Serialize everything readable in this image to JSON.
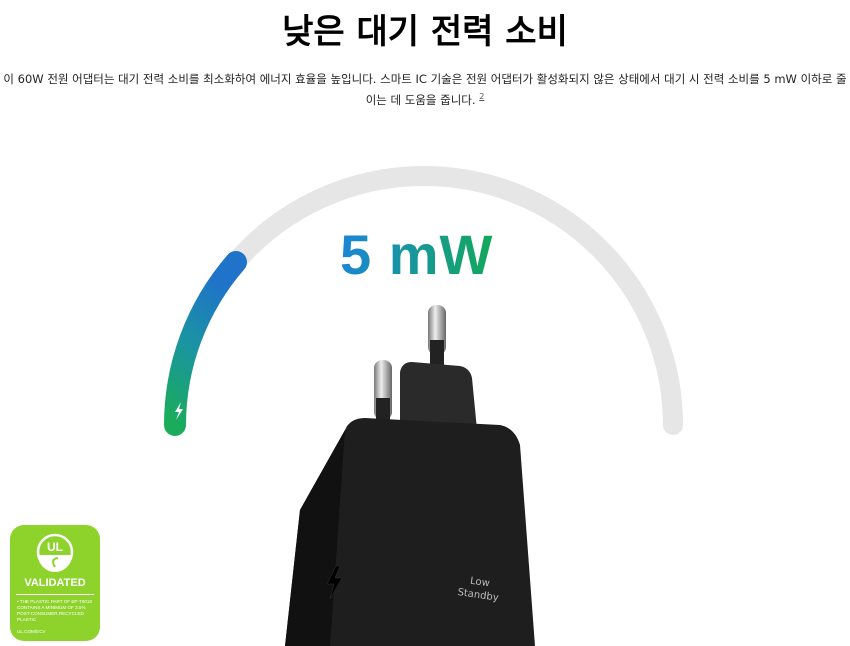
{
  "title": "낮은 대기 전력 소비",
  "description": "이 60W 전원 어댑터는 대기 전력 소비를 최소화하여 에너지 효율을 높입니다. 스마트 IC 기술은 전원 어댑터가 활성화되지 않은 상태에서 대기 시 전력 소비를 5 mW 이하로 줄이는 데 도움을 줍니다.",
  "footnote": "2",
  "hero": {
    "value_label": "5 mW",
    "gauge_fraction": 0.2,
    "gauge_icon": "lightning-icon",
    "colors": {
      "gauge_start": "#1aac5b",
      "gauge_end": "#1f73c9",
      "track": "#e6e6e6",
      "value_gradient_start": "#1a86d6",
      "value_gradient_end": "#14a85a"
    },
    "charger_label": "Low\nStandby"
  },
  "badge": {
    "logo": "UL",
    "title": "VALIDATED",
    "text": "• THE PLASTIC PART OF EP-T6010 CONTAINS A MINIMUM OF 3.5% POST-CONSUMER RECYCLED PLASTIC",
    "url": "UL.COM/ECV",
    "color": "#8ed32c"
  }
}
